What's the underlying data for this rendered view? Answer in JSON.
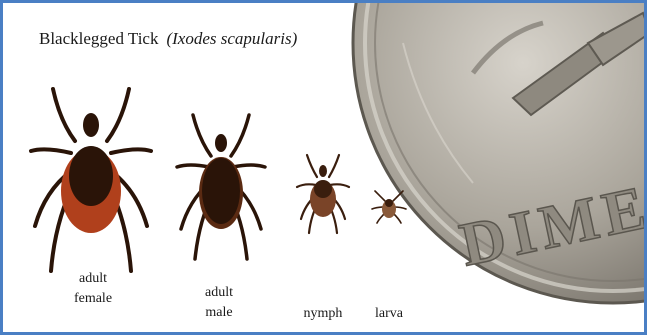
{
  "title": {
    "common_name": "Blacklegged Tick",
    "scientific_name": "(Ixodes scapularis)"
  },
  "ticks": [
    {
      "line1": "adult",
      "line2": "female"
    },
    {
      "line1": "adult",
      "line2": "male"
    },
    {
      "line1": "nymph"
    },
    {
      "line1": "larva"
    }
  ],
  "coin": {
    "inscription": "DIME"
  },
  "colors": {
    "frame_border": "#4a7fc4",
    "tick_body_dark": "#2a1408",
    "female_abdomen": "#b0401c",
    "coin_silver": "#a9a49a"
  }
}
